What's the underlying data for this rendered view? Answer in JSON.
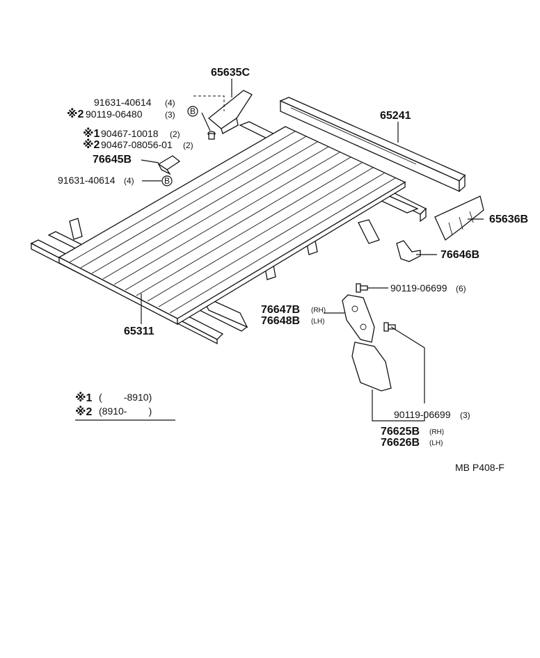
{
  "diagram_code": "MB P408-F",
  "callouts": {
    "p65635C": "65635C",
    "p91631a_num": "91631-40614",
    "p91631a_qty": "(4)",
    "p90119_06480_mark": "※2",
    "p90119_06480_num": "90119-06480",
    "p90119_06480_qty": "(3)",
    "p90467_10018_mark": "※1",
    "p90467_10018_num": "90467-10018",
    "p90467_10018_qty": "(2)",
    "p90467_08056_mark": "※2",
    "p90467_08056_num": "90467-08056-01",
    "p90467_08056_qty": "(2)",
    "p76645B": "76645B",
    "p91631b_num": "91631-40614",
    "p91631b_qty": "(4)",
    "p65241": "65241",
    "p65636B": "65636B",
    "p76646B": "76646B",
    "p90119_06699a_num": "90119-06699",
    "p90119_06699a_qty": "(6)",
    "p76647B": "76647B",
    "p76647B_side": "(RH)",
    "p76648B": "76648B",
    "p76648B_side": "(LH)",
    "p65311": "65311",
    "p90119_06699b_num": "90119-06699",
    "p90119_06699b_qty": "(3)",
    "p76625B": "76625B",
    "p76625B_side": "(RH)",
    "p76626B": "76626B",
    "p76626B_side": "(LH)",
    "marker_b": "B"
  },
  "legend": {
    "row1_mark": "※1",
    "row1_range": "(        -8910)",
    "row2_mark": "※2",
    "row2_range": "(8910-        )"
  }
}
